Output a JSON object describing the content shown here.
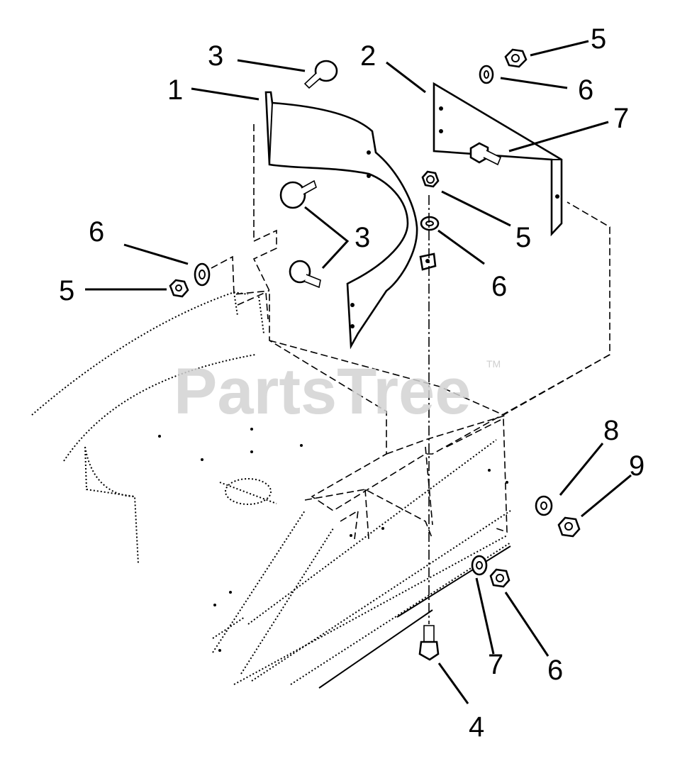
{
  "watermark": {
    "text": "PartsTree",
    "trademark": "TM"
  },
  "callouts": [
    {
      "id": "c-1a",
      "label": "1"
    },
    {
      "id": "c-2a",
      "label": "2"
    },
    {
      "id": "c-3a",
      "label": "3"
    },
    {
      "id": "c-3b",
      "label": "3"
    },
    {
      "id": "c-4a",
      "label": "4"
    },
    {
      "id": "c-5a",
      "label": "5"
    },
    {
      "id": "c-5b",
      "label": "5"
    },
    {
      "id": "c-5c",
      "label": "5"
    },
    {
      "id": "c-6a",
      "label": "6"
    },
    {
      "id": "c-6b",
      "label": "6"
    },
    {
      "id": "c-6c",
      "label": "6"
    },
    {
      "id": "c-6d",
      "label": "6"
    },
    {
      "id": "c-7a",
      "label": "7"
    },
    {
      "id": "c-7b",
      "label": "7"
    },
    {
      "id": "c-8a",
      "label": "8"
    },
    {
      "id": "c-9a",
      "label": "9"
    }
  ]
}
